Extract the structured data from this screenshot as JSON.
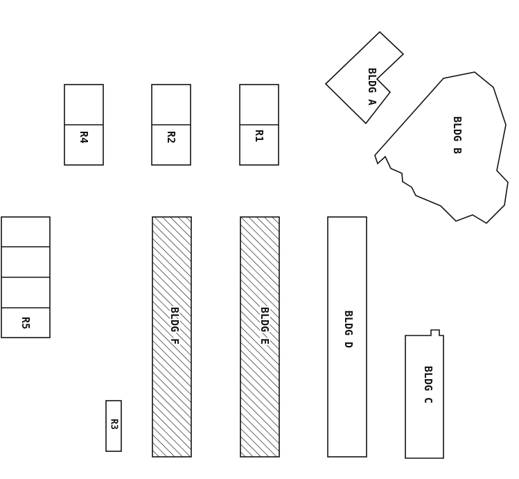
{
  "site_plan": {
    "colors": {
      "line": "#111111",
      "background": "#ffffff",
      "hatch": "#111111"
    },
    "buildings": {
      "a": {
        "label": "BLDG A",
        "hatched": false
      },
      "b": {
        "label": "BLDG B",
        "hatched": false
      },
      "c": {
        "label": "BLDG C",
        "hatched": false
      },
      "d": {
        "label": "BLDG D",
        "hatched": false
      },
      "e": {
        "label": "BLDG E",
        "hatched": true
      },
      "f": {
        "label": "BLDG F",
        "hatched": true
      }
    },
    "rooms": {
      "r1": {
        "label": "R1"
      },
      "r2": {
        "label": "R2"
      },
      "r3": {
        "label": "R3"
      },
      "r4": {
        "label": "R4"
      },
      "r5": {
        "label": "R5"
      }
    }
  }
}
